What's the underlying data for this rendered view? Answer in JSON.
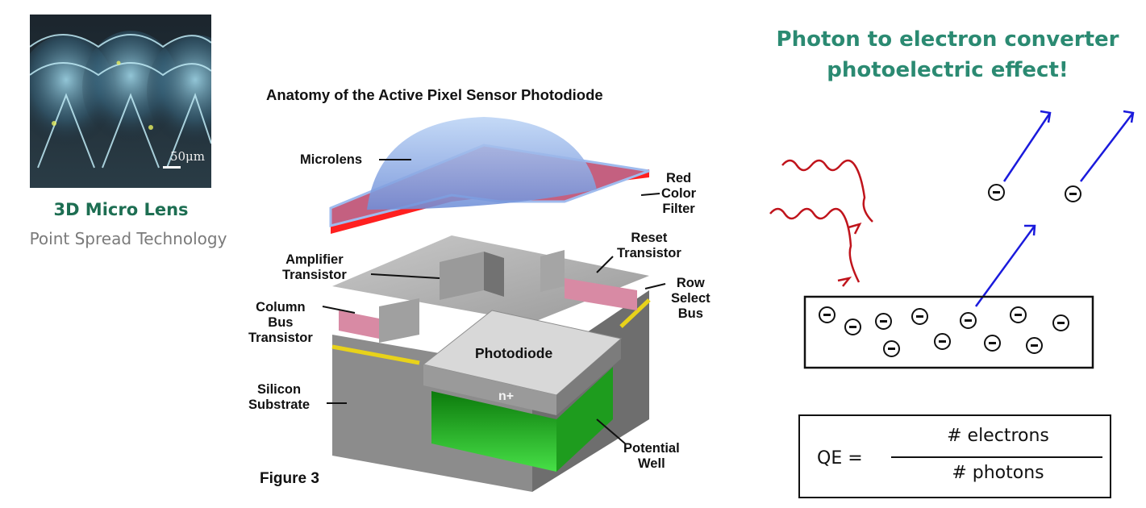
{
  "lens": {
    "scale": "50μm",
    "title": "3D Micro Lens",
    "subtitle": "Point Spread Technology"
  },
  "figure": {
    "title": "Anatomy of the Active Pixel Sensor Photodiode",
    "caption": "Figure 3",
    "labels": {
      "microlens": "Microlens",
      "red_filter_1": "Red",
      "red_filter_2": "Color",
      "red_filter_3": "Filter",
      "reset_1": "Reset",
      "reset_2": "Transistor",
      "amplifier_1": "Amplifier",
      "amplifier_2": "Transistor",
      "row_1": "Row",
      "row_2": "Select",
      "row_3": "Bus",
      "column_1": "Column",
      "column_2": "Bus",
      "column_3": "Transistor",
      "photodiode": "Photodiode",
      "silicon_1": "Silicon",
      "silicon_2": "Substrate",
      "nplus": "n+",
      "well_1": "Potential",
      "well_2": "Well"
    },
    "colors": {
      "lens": "#8fb4ec",
      "filter": "#c46080",
      "red_edge": "#ff2020",
      "well": "#22c422",
      "substrate": "#8a8a8a"
    }
  },
  "photoelectric": {
    "title_line1": "Photon to electron converter",
    "title_line2": "photoelectric effect!",
    "electron_symbol": "⊖",
    "colors": {
      "photon": "#c0141c",
      "emission": "#1a1adc",
      "title": "#2b8a72"
    }
  },
  "qe": {
    "label": "QE =",
    "numerator": "# electrons",
    "denominator": "# photons"
  }
}
